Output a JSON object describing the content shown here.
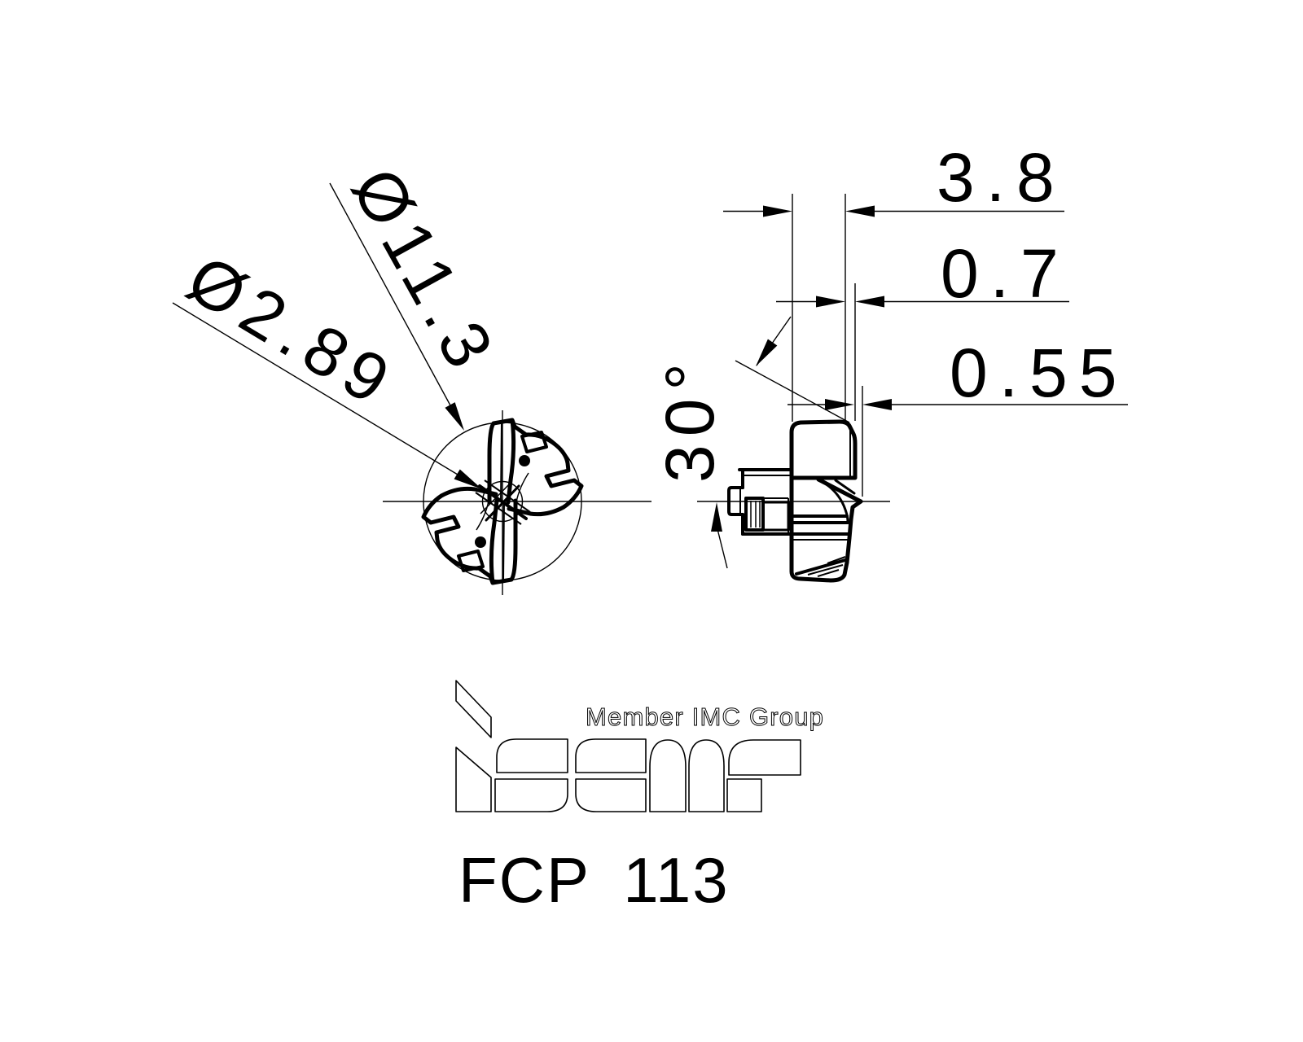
{
  "drawing": {
    "part_number": "FCP 113",
    "logo": {
      "member_text": "Member IMC Group",
      "brand": "iscar"
    },
    "front_view": {
      "outer_diameter_label": "Ø11.3",
      "core_diameter_label": "Ø2.89"
    },
    "side_view": {
      "overall_width_label": "3.8",
      "step_width_label": "0.7",
      "tip_offset_label": "0.55",
      "point_angle_label": "30°"
    },
    "colors": {
      "line": "#000000",
      "background": "#ffffff"
    }
  }
}
